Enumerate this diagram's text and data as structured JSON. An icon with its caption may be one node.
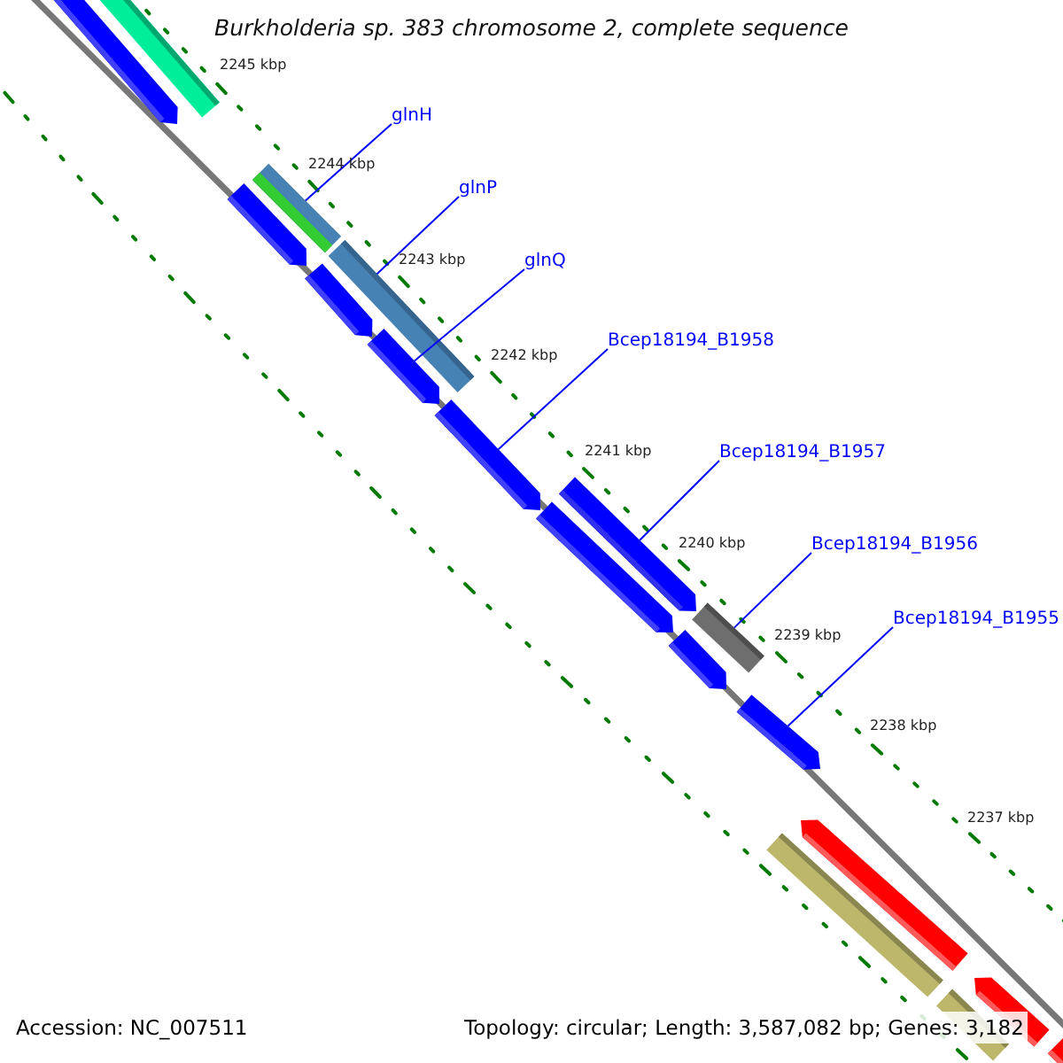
{
  "diagram": {
    "title": "Burkholderia sp. 383 chromosome 2, complete sequence",
    "nodes": [
      {
        "text": [
          "glnH"
        ]
      },
      {
        "text": [
          "glnP"
        ]
      },
      {
        "text": [
          "glnQ"
        ]
      },
      {
        "text": [
          "Bcep18194_B1958"
        ]
      },
      {
        "text": [
          "Bcep18194_B1957"
        ]
      },
      {
        "text": [
          "Bcep18194_B1956"
        ]
      },
      {
        "text": [
          "Bcep18194_B1955"
        ]
      },
      {
        "text": [],
        "shape": "pentagon"
      },
      {
        "text": [],
        "shape": "bar"
      },
      {
        "text": [],
        "shape": "bar"
      },
      {
        "text": [],
        "shape": "pentagon"
      },
      {
        "text": [],
        "shape": "bar"
      },
      {
        "text": [],
        "shape": "pentagon"
      },
      {
        "text": [],
        "shape": "pentagon"
      },
      {
        "text": [],
        "shape": "pentagon"
      },
      {
        "text": [],
        "shape": "pentagon"
      },
      {
        "text": [],
        "shape": "pentagon"
      },
      {
        "text": [],
        "shape": "bar"
      },
      {
        "text": [],
        "shape": "pentagon"
      },
      {
        "text": [],
        "shape": "pentagon"
      },
      {
        "text": [],
        "shape": "pentagon"
      },
      {
        "text": [],
        "shape": "bar"
      },
      {
        "text": [],
        "shape": "pentagon"
      },
      {
        "text": [],
        "shape": "bar"
      },
      {
        "text": [],
        "shape": "bar"
      }
    ],
    "edges": [
      {
        "from": 0,
        "to": 9,
        "arrow": "none"
      },
      {
        "from": 1,
        "to": 11,
        "arrow": "none"
      },
      {
        "from": 2,
        "to": 13,
        "arrow": "none"
      },
      {
        "from": 3,
        "to": 14,
        "arrow": "none"
      },
      {
        "from": 4,
        "to": 15,
        "arrow": "none"
      },
      {
        "from": 5,
        "to": 17,
        "arrow": "none"
      },
      {
        "from": 6,
        "to": 19,
        "arrow": "none"
      }
    ],
    "labels": [
      "2245 kbp",
      "2244 kbp",
      "2243 kbp",
      "2242 kbp",
      "2241 kbp",
      "2240 kbp",
      "2239 kbp",
      "2238 kbp",
      "2237 kbp",
      "Accession: NC_007511",
      "Topology: circular; Length: 3,587,082 bp; Genes: 3,182"
    ]
  }
}
